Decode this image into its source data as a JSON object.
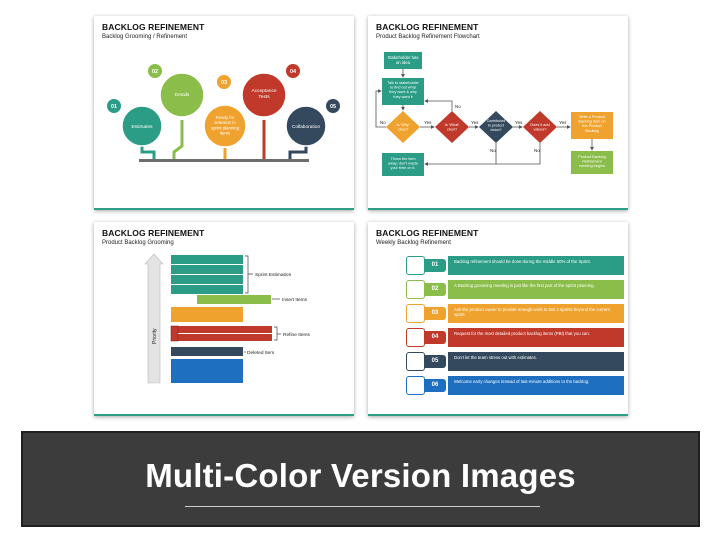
{
  "slides": [
    {
      "title": "BACKLOG REFINEMENT",
      "subtitle": "Backlog Grooming / Refinement",
      "nodes": [
        {
          "num": "01",
          "label": "Estimates",
          "color": "#2b9c85"
        },
        {
          "num": "02",
          "label": "Details",
          "color": "#8bbd4a"
        },
        {
          "num": "03",
          "label": "Ready for selection in sprint planning items",
          "color": "#f0a22e"
        },
        {
          "num": "04",
          "label": "Acceptance Tests",
          "color": "#c0392b"
        },
        {
          "num": "05",
          "label": "Collaboration",
          "color": "#34495e"
        }
      ]
    },
    {
      "title": "BACKLOG REFINEMENT",
      "subtitle": "Product Backlog Refinement Flowchart",
      "boxes": {
        "idea": "Stakeholder has an idea",
        "talk": "Talk to stakeholder to find out what they want & why they want it",
        "why": "Is 'Why' clear?",
        "what": "Is 'What' clear?",
        "contrib": "Contributed to product vision?",
        "value": "Does it add values?",
        "write": "Write a Product Backlog Item on the Product Backlog",
        "meeting": "Product Backlog Refinement meeting begins",
        "throw": "Throw the item away; don't waste your time on it."
      },
      "yes": "Yes",
      "no": "No"
    },
    {
      "title": "BACKLOG REFINEMENT",
      "subtitle": "Product Backlog Grooming",
      "axis": "Priority",
      "labels": {
        "sprint": "Sprint Estimation",
        "insert": "Insert Items",
        "refine": "Refine Items",
        "deleted": "Deleted Item"
      }
    },
    {
      "title": "BACKLOG REFINEMENT",
      "subtitle": "Weekly Backlog Refinement",
      "rows": [
        {
          "num": "01",
          "text": "Backlog refinement should be done during the middle 60% of the Sprint.",
          "color": "#2b9c85"
        },
        {
          "num": "02",
          "text": "A Backlog grooming meeting is just like the first part of the sprint planning.",
          "color": "#8bbd4a"
        },
        {
          "num": "03",
          "text": "Ask the product owner to provide enough work to last 2 sprints beyond the current sprint.",
          "color": "#f0a22e"
        },
        {
          "num": "04",
          "text": "Request for the most detailed product backlog items (PBI) that you can.",
          "color": "#c0392b"
        },
        {
          "num": "05",
          "text": "Don't let the team stress out with estimates.",
          "color": "#34495e"
        },
        {
          "num": "06",
          "text": "Welcome early changes instead of last-minute additions to the backlog.",
          "color": "#1e6fc0"
        }
      ]
    }
  ],
  "banner": {
    "title": "Multi-Color Version Images"
  }
}
